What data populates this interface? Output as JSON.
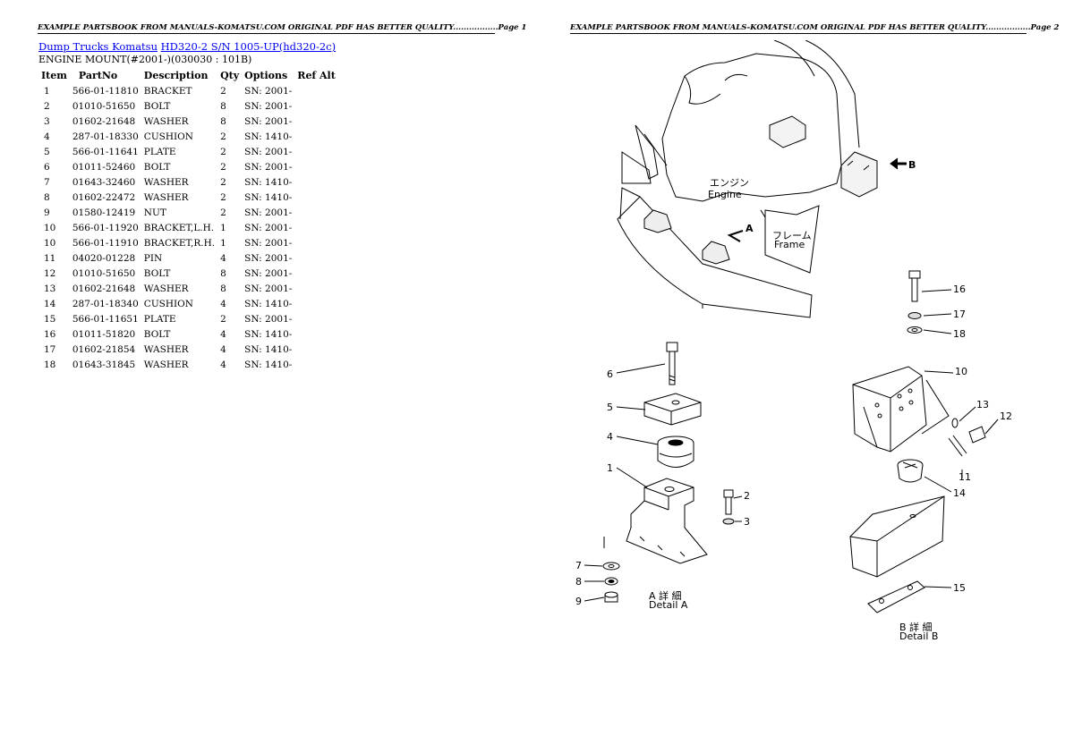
{
  "pages": {
    "left": {
      "header": "EXAMPLE PARTSBOOK FROM MANUALS-KOMATSU.COM ORIGINAL PDF HAS BETTER QUALITY.................Page 1"
    },
    "right": {
      "header": "EXAMPLE PARTSBOOK FROM MANUALS-KOMATSU.COM ORIGINAL PDF HAS BETTER QUALITY.................Page 2"
    }
  },
  "breadcrumb": {
    "link1": "Dump Trucks Komatsu",
    "link2": "HD320-2 S/N 1005-UP(hd320-2c)"
  },
  "subtitle": "ENGINE MOUNT(#2001-)(030030 : 101B)",
  "table": {
    "headers": [
      "Item",
      "PartNo",
      "Description",
      "Qty",
      "Options",
      "Ref Alt"
    ],
    "rows": [
      [
        "1",
        "566-01-11810",
        "BRACKET",
        "2",
        "SN: 2001-",
        ""
      ],
      [
        "2",
        "01010-51650",
        "BOLT",
        "8",
        "SN: 2001-",
        ""
      ],
      [
        "3",
        "01602-21648",
        "WASHER",
        "8",
        "SN: 2001-",
        ""
      ],
      [
        "4",
        "287-01-18330",
        "CUSHION",
        "2",
        "SN: 1410-",
        ""
      ],
      [
        "5",
        "566-01-11641",
        "PLATE",
        "2",
        "SN: 2001-",
        ""
      ],
      [
        "6",
        "01011-52460",
        "BOLT",
        "2",
        "SN: 2001-",
        ""
      ],
      [
        "7",
        "01643-32460",
        "WASHER",
        "2",
        "SN: 1410-",
        ""
      ],
      [
        "8",
        "01602-22472",
        "WASHER",
        "2",
        "SN: 1410-",
        ""
      ],
      [
        "9",
        "01580-12419",
        "NUT",
        "2",
        "SN: 2001-",
        ""
      ],
      [
        "10",
        "566-01-11920",
        "BRACKET,L.H.",
        "1",
        "SN: 2001-",
        ""
      ],
      [
        "10",
        "566-01-11910",
        "BRACKET,R.H.",
        "1",
        "SN: 2001-",
        ""
      ],
      [
        "11",
        "04020-01228",
        "PIN",
        "4",
        "SN: 2001-",
        ""
      ],
      [
        "12",
        "01010-51650",
        "BOLT",
        "8",
        "SN: 2001-",
        ""
      ],
      [
        "13",
        "01602-21648",
        "WASHER",
        "8",
        "SN: 2001-",
        ""
      ],
      [
        "14",
        "287-01-18340",
        "CUSHION",
        "4",
        "SN: 1410-",
        ""
      ],
      [
        "15",
        "566-01-11651",
        "PLATE",
        "2",
        "SN: 2001-",
        ""
      ],
      [
        "16",
        "01011-51820",
        "BOLT",
        "4",
        "SN: 1410-",
        ""
      ],
      [
        "17",
        "01602-21854",
        "WASHER",
        "4",
        "SN: 1410-",
        ""
      ],
      [
        "18",
        "01643-31845",
        "WASHER",
        "4",
        "SN: 1410-",
        ""
      ]
    ]
  },
  "diagram": {
    "engine_jp": "エンジン",
    "engine_label": "Engine",
    "frame_jp": "フレーム",
    "frame_label": "Frame",
    "view_a": "A",
    "view_b": "B",
    "detail_a_jp": "A 詳 細",
    "detail_a": "Detail A",
    "detail_b_jp": "B 詳 細",
    "detail_b": "Detail B",
    "callouts": [
      "1",
      "2",
      "3",
      "4",
      "5",
      "6",
      "7",
      "8",
      "9",
      "10",
      "11",
      "12",
      "13",
      "14",
      "15",
      "16",
      "17",
      "18"
    ]
  }
}
